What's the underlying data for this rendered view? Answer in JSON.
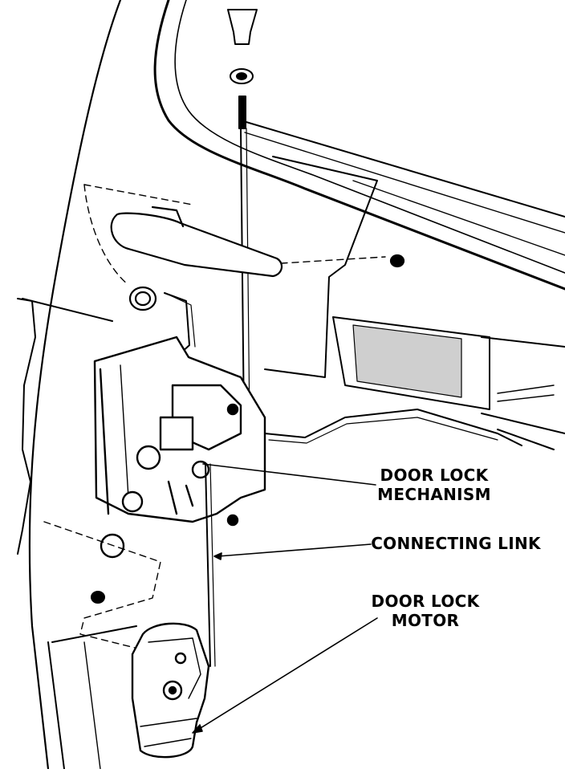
{
  "callouts": {
    "door_lock_mechanism": [
      "DOOR LOCK",
      "MECHANISM"
    ],
    "connecting_link": "CONNECTING LINK",
    "door_lock_motor": [
      "DOOR LOCK",
      "MOTOR"
    ]
  }
}
